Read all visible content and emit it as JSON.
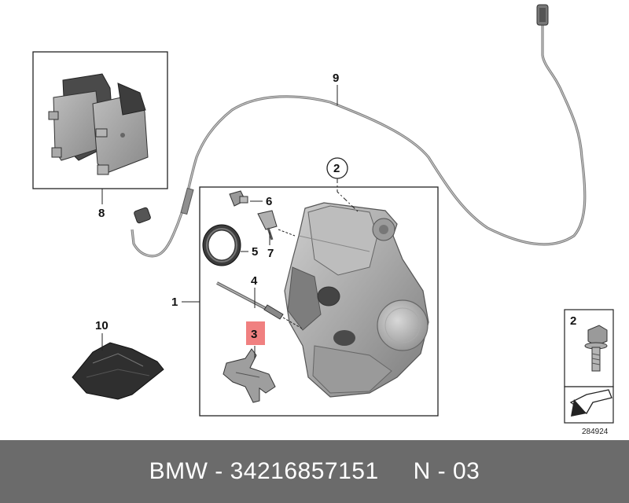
{
  "callouts": {
    "c1": "1",
    "c2": "2",
    "c3": "3",
    "c4": "4",
    "c5": "5",
    "c6": "6",
    "c7": "7",
    "c8": "8",
    "c9": "9",
    "c10": "10",
    "inset_bolt": "2"
  },
  "figure_number": "284924",
  "footer": {
    "part_text": "BMW - 34216857151",
    "ref_text": "N - 03"
  },
  "colors": {
    "highlight": "#f08080",
    "footer_bg": "#6b6b6b",
    "metal": "#9a9a9a"
  }
}
